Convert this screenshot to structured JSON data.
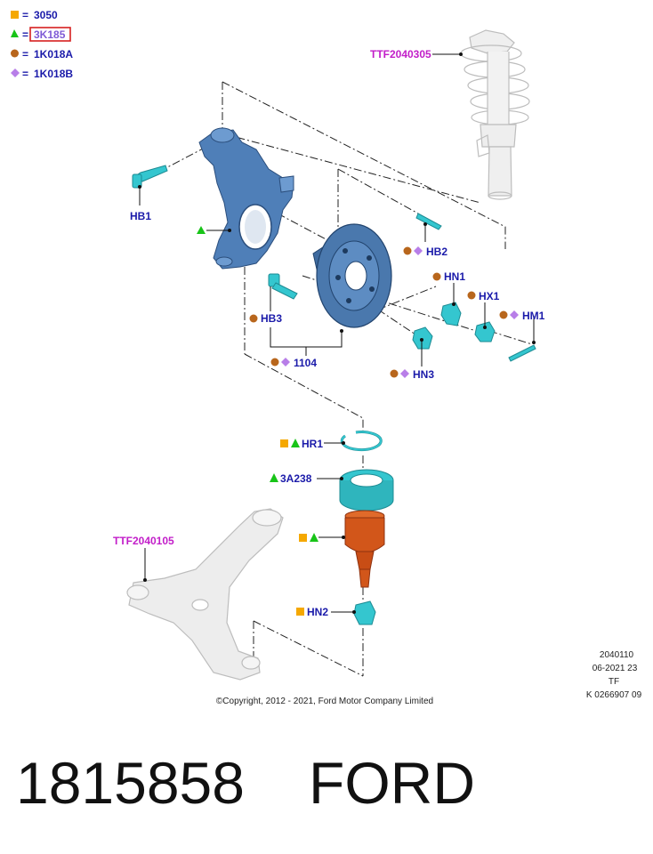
{
  "legend": [
    {
      "symbol": "square",
      "color": "#f5a800",
      "code": "3050"
    },
    {
      "symbol": "triangle",
      "color": "#18c418",
      "code": "3K185",
      "highlighted": true
    },
    {
      "symbol": "circle",
      "color": "#b8661c",
      "code": "1K018A"
    },
    {
      "symbol": "diamond",
      "color": "#b87ee8",
      "code": "1K018B"
    }
  ],
  "labels": {
    "ttf_strut": "TTF2040305",
    "ttf_arm": "TTF2040105",
    "hb1": "HB1",
    "hb2": "HB2",
    "hb3": "HB3",
    "hn1": "HN1",
    "hx1": "HX1",
    "hm1": "HM1",
    "hn3": "HN3",
    "p1104": "1104",
    "hr1": "HR1",
    "p3a238": "3A238",
    "hn2": "HN2"
  },
  "footer": {
    "code_lines": [
      "2040110",
      "06-2021 23",
      "TF",
      "K 0266907 09"
    ],
    "copyright": "©Copyright, 2012 - 2021, Ford Motor Company Limited"
  },
  "bottom": {
    "part_number": "1815858",
    "brand": "FORD"
  },
  "colors": {
    "knuckle": "#4f7fb8",
    "hub": "#4a78ad",
    "fastener": "#34c6cf",
    "balljoint": "#d2561a",
    "ghost": "#c9c9c9",
    "legend_box": "#d62020"
  }
}
